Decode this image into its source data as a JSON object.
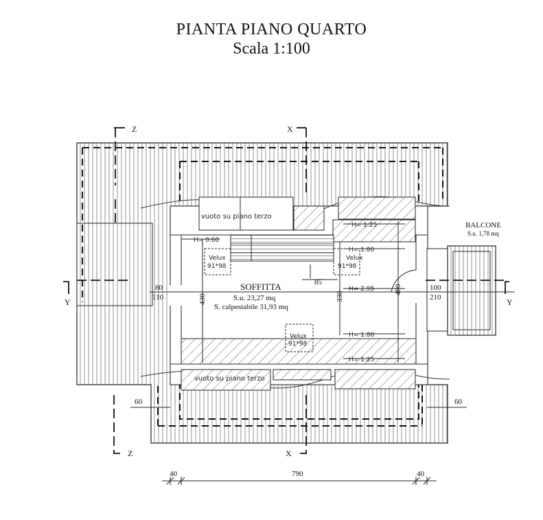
{
  "title": "PIANTA PIANO QUARTO",
  "scale": "Scala 1:100",
  "sections": {
    "z_top": "Z",
    "z_bottom": "Z",
    "x_top": "X",
    "x_bottom": "X",
    "y_left": "Y",
    "y_right": "Y"
  },
  "rooms": {
    "soffitta": {
      "name": "SOFFITTA",
      "su": "S.u. 23,27 mq",
      "calp": "S. calpestabile 31,93 mq"
    },
    "balcone": {
      "name": "BALCONE",
      "su": "S.u. 1,78 mq"
    },
    "void_top": "vuoto su piano terzo",
    "void_bottom": "vuoto su piano terzo"
  },
  "velux": [
    {
      "name": "Velux",
      "size": "91*98"
    },
    {
      "name": "Velux",
      "size": "91*98"
    },
    {
      "name": "Velux",
      "size": "91*98"
    }
  ],
  "heights": {
    "h060": "H= 0.60",
    "h125_top": "H= 1.25",
    "h180_top": "H= 1.80",
    "h295": "H= 2.95",
    "h180_bottom": "H= 1.80",
    "h125_bottom": "H= 1.25"
  },
  "dimensions": {
    "d85": "85",
    "d430": "430",
    "d330": "330",
    "d480": "480",
    "d80": "80",
    "d110": "110",
    "d100": "100",
    "d210": "210",
    "d60_left": "60",
    "d60_right": "60",
    "d40_left": "40",
    "d790": "790",
    "d40_right": "40"
  },
  "colors": {
    "line": "#222222",
    "hatch": "#555555",
    "paper": "#ffffff"
  }
}
